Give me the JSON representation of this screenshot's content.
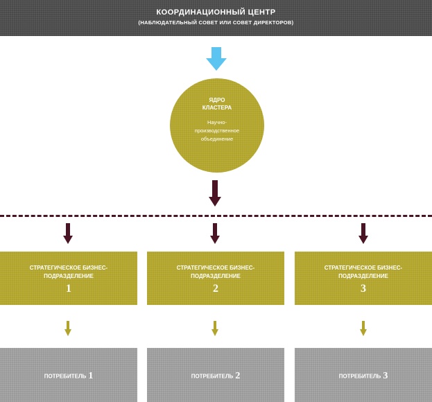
{
  "header": {
    "title": "КООРДИНАЦИОННЫЙ ЦЕНТР",
    "subtitle": "(НАБЛЮДАТЕЛЬНЫЙ СОВЕТ ИЛИ СОВЕТ ДИРЕКТОРОВ)"
  },
  "core": {
    "title_line1": "ЯДРО",
    "title_line2": "КЛАСТЕРА",
    "desc_line1": "Научно-",
    "desc_line2": "производственное",
    "desc_line3": "объединение"
  },
  "units": [
    {
      "line1": "СТРАТЕГИЧЕСКОЕ БИЗНЕС-",
      "line2": "ПОДРАЗДЕЛЕНИЕ",
      "number": "1"
    },
    {
      "line1": "СТРАТЕГИЧЕСКОЕ БИЗНЕС-",
      "line2": "ПОДРАЗДЕЛЕНИЕ",
      "number": "2"
    },
    {
      "line1": "СТРАТЕГИЧЕСКОЕ БИЗНЕС-",
      "line2": "ПОДРАЗДЕЛЕНИЕ",
      "number": "3"
    }
  ],
  "consumers": [
    {
      "label": "ПОТРЕБИТЕЛЬ",
      "number": "1"
    },
    {
      "label": "ПОТРЕБИТЕЛЬ",
      "number": "2"
    },
    {
      "label": "ПОТРЕБИТЕЛЬ",
      "number": "3"
    }
  ],
  "colors": {
    "header_bg": "#4a4a4a",
    "core_bg": "#b2a42a",
    "unit_bg": "#b2a42a",
    "consumer_bg": "#9a9a9a",
    "arrow_blue": "#5bc4f0",
    "arrow_dark": "#4a1424",
    "arrow_olive": "#b2a42a"
  }
}
